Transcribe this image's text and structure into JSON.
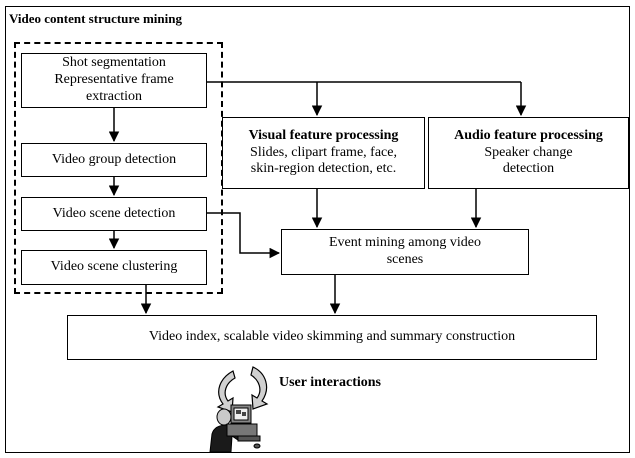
{
  "diagram": {
    "title": "Video content structure mining",
    "nodes": {
      "shot": {
        "lines": [
          "Shot segmentation",
          "Representative frame",
          "extraction"
        ]
      },
      "group": {
        "lines": [
          "Video group detection"
        ]
      },
      "scene_detect": {
        "lines": [
          "Video scene detection"
        ]
      },
      "scene_cluster": {
        "lines": [
          "Video scene clustering"
        ]
      },
      "visual": {
        "heading": "Visual feature processing",
        "lines": [
          "Slides, clipart frame, face,",
          "skin-region detection, etc."
        ]
      },
      "audio": {
        "heading": "Audio feature processing",
        "lines": [
          "Speaker change",
          "detection"
        ]
      },
      "event": {
        "lines": [
          "Event mining among video",
          "scenes"
        ]
      },
      "index": {
        "lines": [
          "Video index, scalable video skimming and summary construction"
        ]
      }
    },
    "user_label": "User interactions",
    "icons": [
      "cycle-arrows-icon",
      "user-computer-icon"
    ]
  }
}
